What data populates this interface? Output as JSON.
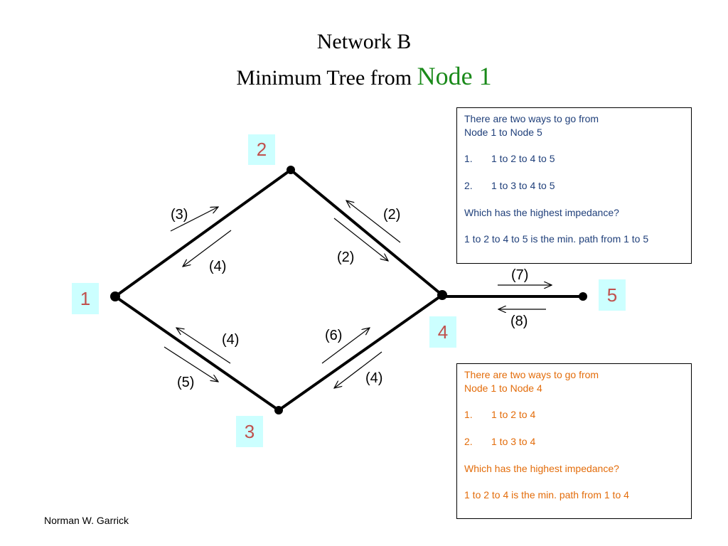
{
  "title": {
    "line1": "Network B",
    "line2_prefix": "Minimum Tree from",
    "line2_highlight": "Node 1"
  },
  "nodes": [
    {
      "id": "1",
      "label": "1"
    },
    {
      "id": "2",
      "label": "2"
    },
    {
      "id": "3",
      "label": "3"
    },
    {
      "id": "4",
      "label": "4"
    },
    {
      "id": "5",
      "label": "5"
    }
  ],
  "edges": [
    {
      "from": "1",
      "to": "2",
      "forward": "(3)",
      "backward": "(4)"
    },
    {
      "from": "2",
      "to": "4",
      "forward": "(2)",
      "backward": "(2)"
    },
    {
      "from": "1",
      "to": "3",
      "forward": "(5)",
      "backward": "(4)"
    },
    {
      "from": "3",
      "to": "4",
      "forward": "(6)",
      "backward": "(4)"
    },
    {
      "from": "4",
      "to": "5",
      "forward": "(7)",
      "backward": "(8)"
    }
  ],
  "info_box_1": {
    "line1": "There are two ways to go from",
    "line2": "Node 1 to Node 5",
    "option1_num": "1.",
    "option1_text": "1 to 2 to 4 to 5",
    "option2_num": "2.",
    "option2_text": "1 to 3 to 4 to 5",
    "question": "Which has the highest impedance?",
    "answer": "1 to 2 to 4 to 5 is the min. path from 1 to 5"
  },
  "info_box_2": {
    "line1": "There are two ways to go from",
    "line2": "Node 1 to Node 4",
    "option1_num": "1.",
    "option1_text": "1 to 2 to 4",
    "option2_num": "2.",
    "option2_text": "1 to 3 to 4",
    "question": "Which has the highest impedance?",
    "answer": "1 to 2 to 4 is the min. path from 1 to 4"
  },
  "footer": "Norman W. Garrick",
  "colors": {
    "node_label_bg": "#ccffff",
    "node_label_text": "#c0504d",
    "title_highlight": "#1a8a1a",
    "box1_text": "#1f3f7a",
    "box2_text": "#e36c0a"
  }
}
